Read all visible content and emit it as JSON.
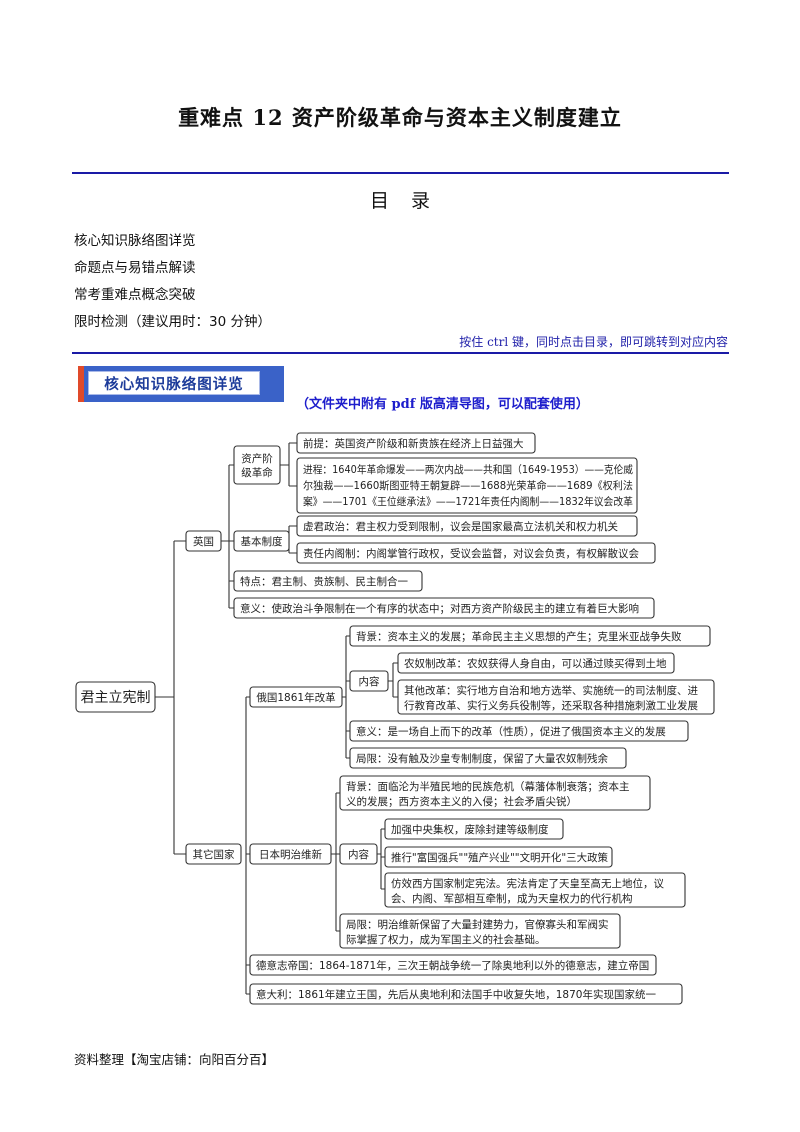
{
  "title": "重难点 12    资产阶级革命与资本主义制度建立",
  "toc": {
    "heading": "目录",
    "items": [
      "核心知识脉络图详览",
      "命题点与易错点解读",
      "常考重难点概念突破",
      "限时检测（建议用时：30 分钟）"
    ],
    "tip": "按住 ctrl 键，同时点击目录，即可跳转到对应内容"
  },
  "section": {
    "banner": "核心知识脉络图详览",
    "pdf_tip": "（文件夹中附有 pdf 版高清导图，可以配套使用）"
  },
  "mindmap": {
    "root": "君主立宪制",
    "uk": {
      "label": "英国",
      "revolution": {
        "label": [
          "资产阶",
          "级革命"
        ],
        "premise": "前提：英国资产阶级和新贵族在经济上日益强大",
        "process": [
          "进程：1640年革命爆发——两次内战——共和国（1649-1953）——克伦威",
          "尔独裁——1660斯图亚特王朝复辟——1688光荣革命——1689《权利法",
          "案》——1701《王位继承法》——1721年责任内阁制——1832年议会改革"
        ]
      },
      "system": {
        "label": "基本制度",
        "constitutional": "虚君政治：君主权力受到限制，议会是国家最高立法机关和权力机关",
        "cabinet": "责任内阁制：内阁掌管行政权，受议会监督，对议会负责，有权解散议会"
      },
      "feature": "特点：君主制、贵族制、民主制合一",
      "significance": "意义：使政治斗争限制在一个有序的状态中；对西方资产阶级民主的建立有着巨大影响"
    },
    "others": {
      "label": "其它国家",
      "russia": {
        "label": "俄国1861年改革",
        "background": "背景：资本主义的发展；革命民主主义思想的产生；克里米亚战争失败",
        "content_label": "内容",
        "serf": "农奴制改革：农奴获得人身自由，可以通过赎买得到土地",
        "other": [
          "其他改革：实行地方自治和地方选举、实施统一的司法制度、进",
          "行教育改革、实行义务兵役制等，还采取各种措施刺激工业发展"
        ],
        "significance": "意义：是一场自上而下的改革（性质），促进了俄国资本主义的发展",
        "limitation": "局限：没有触及沙皇专制制度，保留了大量农奴制残余"
      },
      "japan": {
        "label": "日本明治维新",
        "background": [
          "背景：面临沦为半殖民地的民族危机（幕藩体制衰落；资本主",
          "义的发展；西方资本主义的入侵；社会矛盾尖锐）"
        ],
        "content_label": "内容",
        "centralize": "加强中央集权，废除封建等级制度",
        "policies": "推行\"富国强兵\"\"殖产兴业\"\"文明开化\"三大政策",
        "constitution": [
          "仿效西方国家制定宪法。宪法肯定了天皇至高无上地位，议",
          "会、内阁、军部相互牵制，成为天皇权力的代行机构"
        ],
        "limitation": [
          "局限：明治维新保留了大量封建势力，官僚寡头和军阀实",
          "际掌握了权力，成为军国主义的社会基础。"
        ]
      },
      "germany": "德意志帝国：1864-1871年，三次王朝战争统一了除奥地利以外的德意志，建立帝国",
      "italy": "意大利：1861年建立王国，先后从奥地利和法国手中收复失地，1870年实现国家统一"
    }
  },
  "footer": "资料整理【淘宝店铺：向阳百分百】"
}
